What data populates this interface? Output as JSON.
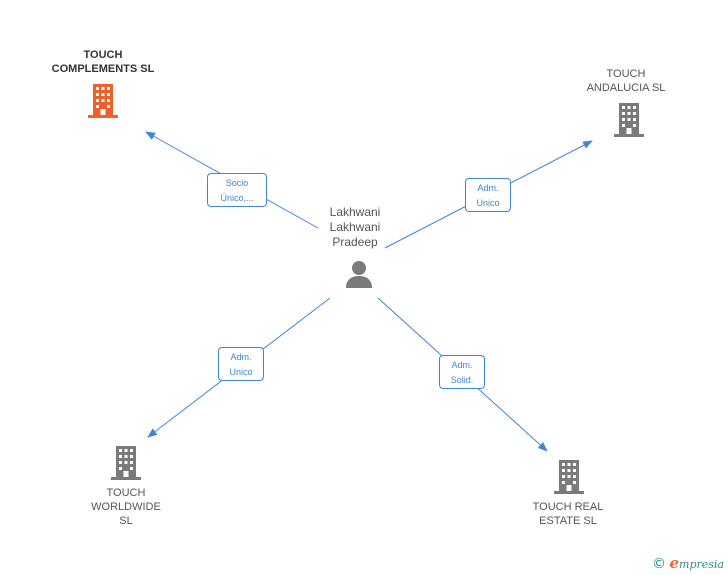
{
  "nodes": {
    "complements": {
      "label": "TOUCH\nCOMPLEMENTS SL",
      "color": "#f0602a"
    },
    "andalucia": {
      "label": "TOUCH\nANDALUCIA SL",
      "color": "#7a7a7a"
    },
    "person": {
      "label": "Lakhwani\nLakhwani\nPradeep",
      "color": "#7a7a7a"
    },
    "worldwide": {
      "label": "TOUCH\nWORLDWIDE\nSL",
      "color": "#7a7a7a"
    },
    "realestate": {
      "label": "TOUCH REAL\nESTATE  SL",
      "color": "#7a7a7a"
    }
  },
  "edges": {
    "complements": {
      "label": "Socio\nÚnico,..."
    },
    "andalucia": {
      "label": "Adm.\nUnico"
    },
    "worldwide": {
      "label": "Adm.\nUnico"
    },
    "realestate": {
      "label": "Adm.\nSolid."
    }
  },
  "colors": {
    "edge": "#3e86d6"
  },
  "footer": {
    "copyright": "©",
    "brand_initial": "e",
    "brand_rest": "mpresia"
  }
}
